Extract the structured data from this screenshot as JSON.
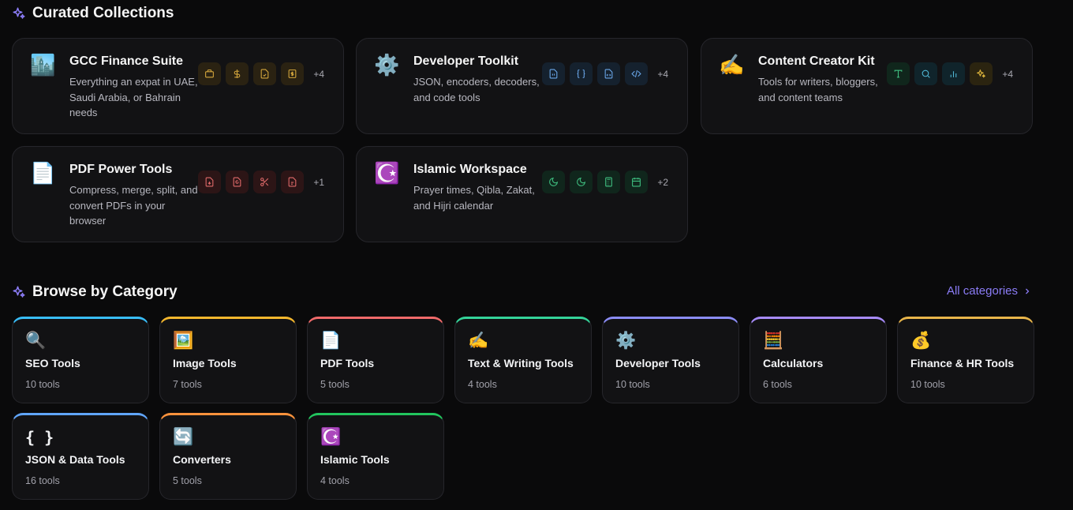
{
  "curated": {
    "title": "Curated Collections",
    "collections": [
      {
        "emoji": "🏙️",
        "title": "GCC Finance Suite",
        "desc": "Everything an expat in UAE, Saudi Arabia, or Bahrain needs",
        "more": "+4"
      },
      {
        "emoji": "⚙️",
        "title": "Developer Toolkit",
        "desc": "JSON, encoders, decoders, and code tools",
        "more": "+4"
      },
      {
        "emoji": "✍️",
        "title": "Content Creator Kit",
        "desc": "Tools for writers, bloggers, and content teams",
        "more": "+4"
      },
      {
        "emoji": "📄",
        "title": "PDF Power Tools",
        "desc": "Compress, merge, split, and convert PDFs in your browser",
        "more": "+1"
      },
      {
        "emoji": "☪️",
        "title": "Islamic Workspace",
        "desc": "Prayer times, Qibla, Zakat, and Hijri calendar",
        "more": "+2"
      }
    ]
  },
  "browse": {
    "title": "Browse by Category",
    "all_link": "All categories",
    "categories": [
      {
        "emoji": "🔍",
        "name": "SEO Tools",
        "count": "10 tools",
        "accent": "#38bdf8"
      },
      {
        "emoji": "🖼️",
        "name": "Image Tools",
        "count": "7 tools",
        "accent": "#f5b82e"
      },
      {
        "emoji": "📄",
        "name": "PDF Tools",
        "count": "5 tools",
        "accent": "#f06a6a"
      },
      {
        "emoji": "✍️",
        "name": "Text & Writing Tools",
        "count": "4 tools",
        "accent": "#34d399"
      },
      {
        "emoji": "⚙️",
        "name": "Developer Tools",
        "count": "10 tools",
        "accent": "#8b8cf6"
      },
      {
        "emoji": "🧮",
        "name": "Calculators",
        "count": "6 tools",
        "accent": "#a78bfa"
      },
      {
        "emoji": "💰",
        "name": "Finance & HR Tools",
        "count": "10 tools",
        "accent": "#e8b54a"
      },
      {
        "emoji": "{ }",
        "name": "JSON & Data Tools",
        "count": "16 tools",
        "accent": "#60a5fa"
      },
      {
        "emoji": "🔄",
        "name": "Converters",
        "count": "5 tools",
        "accent": "#fb923c"
      },
      {
        "emoji": "☪️",
        "name": "Islamic Tools",
        "count": "4 tools",
        "accent": "#22c55e"
      }
    ]
  },
  "colors": {
    "accent": "#8b7cf6",
    "background": "#0a0a0b",
    "card": "#121214"
  }
}
